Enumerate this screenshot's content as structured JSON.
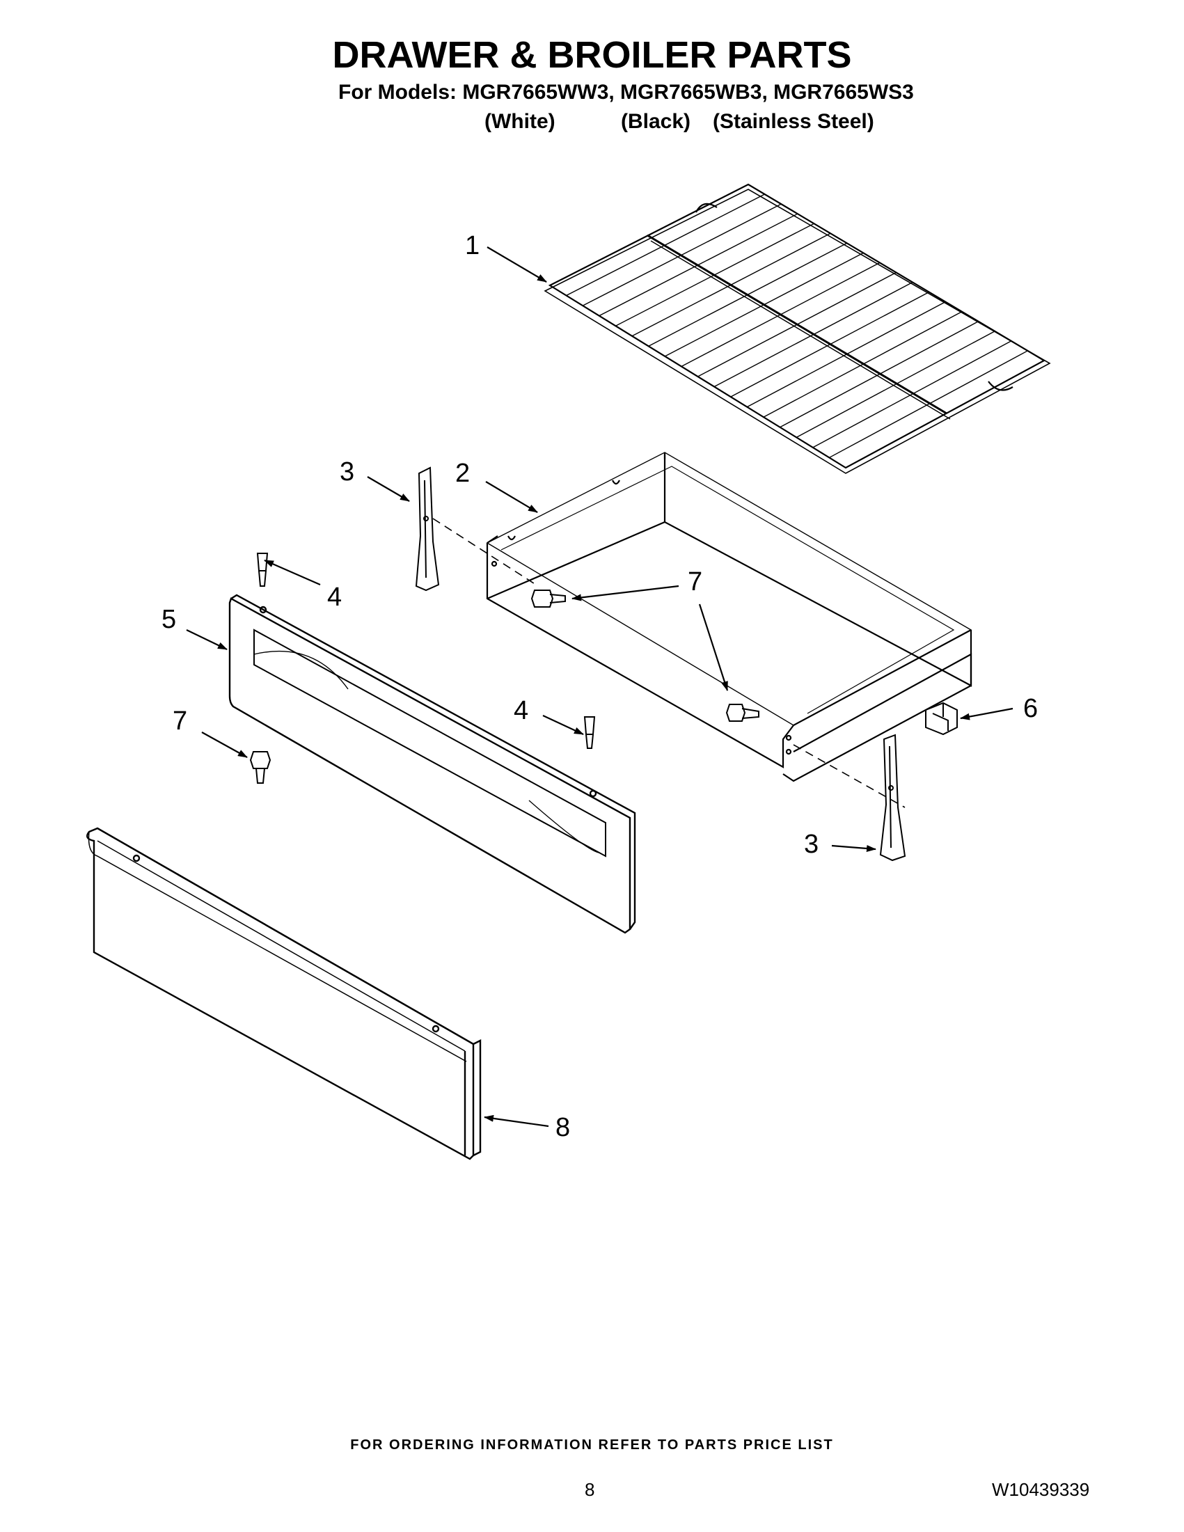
{
  "header": {
    "title": "DRAWER & BROILER PARTS",
    "models_line": "For Models: MGR7665WW3, MGR7665WB3, MGR7665WS3",
    "variants": [
      "(White)",
      "(Black)",
      "(Stainless Steel)"
    ]
  },
  "diagram": {
    "callouts": {
      "c1": "1",
      "c2": "2",
      "c3a": "3",
      "c3b": "3",
      "c4a": "4",
      "c4b": "4",
      "c5": "5",
      "c6": "6",
      "c7a": "7",
      "c7b": "7",
      "c8": "8"
    }
  },
  "footer": {
    "ordering_note": "FOR ORDERING INFORMATION REFER TO PARTS PRICE LIST",
    "page_number": "8",
    "document_number": "W10439339"
  }
}
